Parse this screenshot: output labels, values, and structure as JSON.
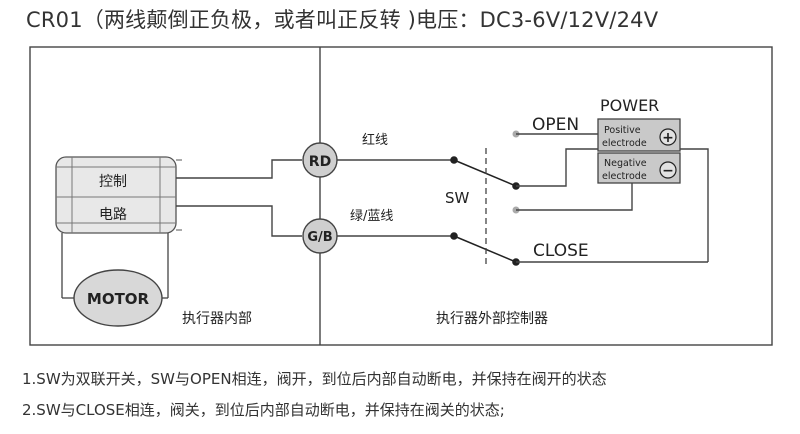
{
  "title": "CR01（两线颠倒正负极，或者叫正反转 )电压：DC3-6V/12V/24V",
  "labels": {
    "control": "控制",
    "circuit": "电路",
    "motor": "MOTOR",
    "internal": "执行器内部",
    "external": "执行器外部控制器",
    "rd": "RD",
    "gb": "G/B",
    "red_wire": "红线",
    "green_blue_wire": "绿/蓝线",
    "sw": "SW",
    "open": "OPEN",
    "close": "CLOSE",
    "power": "POWER",
    "positive_1": "Positive",
    "positive_2": "electrode",
    "negative_1": "Negative",
    "negative_2": "electrode",
    "plus": "+",
    "minus": "−"
  },
  "notes": [
    "1.SW为双联开关，SW与OPEN相连，阀开，到位后内部自动断电，并保持在阀开的状态",
    "2.SW与CLOSE相连，阀关，到位后内部自动断电，并保持在阀关的状态;"
  ]
}
